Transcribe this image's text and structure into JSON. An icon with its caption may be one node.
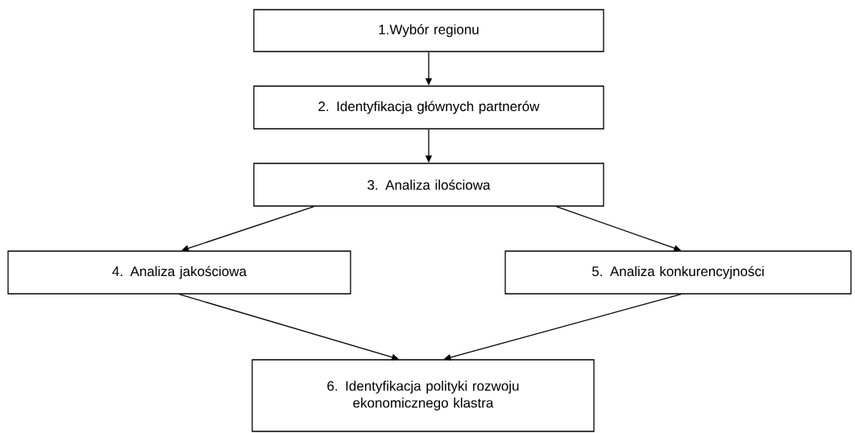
{
  "diagram": {
    "nodes": [
      {
        "text": [
          "1.Wybór regionu"
        ]
      },
      {
        "text": [
          "2. Identyfikacja głównych partnerów"
        ]
      },
      {
        "text": [
          "3. Analiza ilościowa"
        ]
      },
      {
        "text": [
          "4. Analiza jakościowa"
        ]
      },
      {
        "text": [
          "5. Analiza konkurencyjności"
        ]
      },
      {
        "text": [
          "6. Identyfikacja polityki rozwoju ekonomicznego klastra"
        ]
      }
    ],
    "edges": [
      {
        "from": 0,
        "to": 1,
        "arrow": "to"
      },
      {
        "from": 1,
        "to": 2,
        "arrow": "to"
      },
      {
        "from": 2,
        "to": 3,
        "arrow": "to"
      },
      {
        "from": 2,
        "to": 4,
        "arrow": "to"
      },
      {
        "from": 3,
        "to": 5,
        "arrow": "to"
      },
      {
        "from": 4,
        "to": 5,
        "arrow": "to"
      }
    ]
  }
}
